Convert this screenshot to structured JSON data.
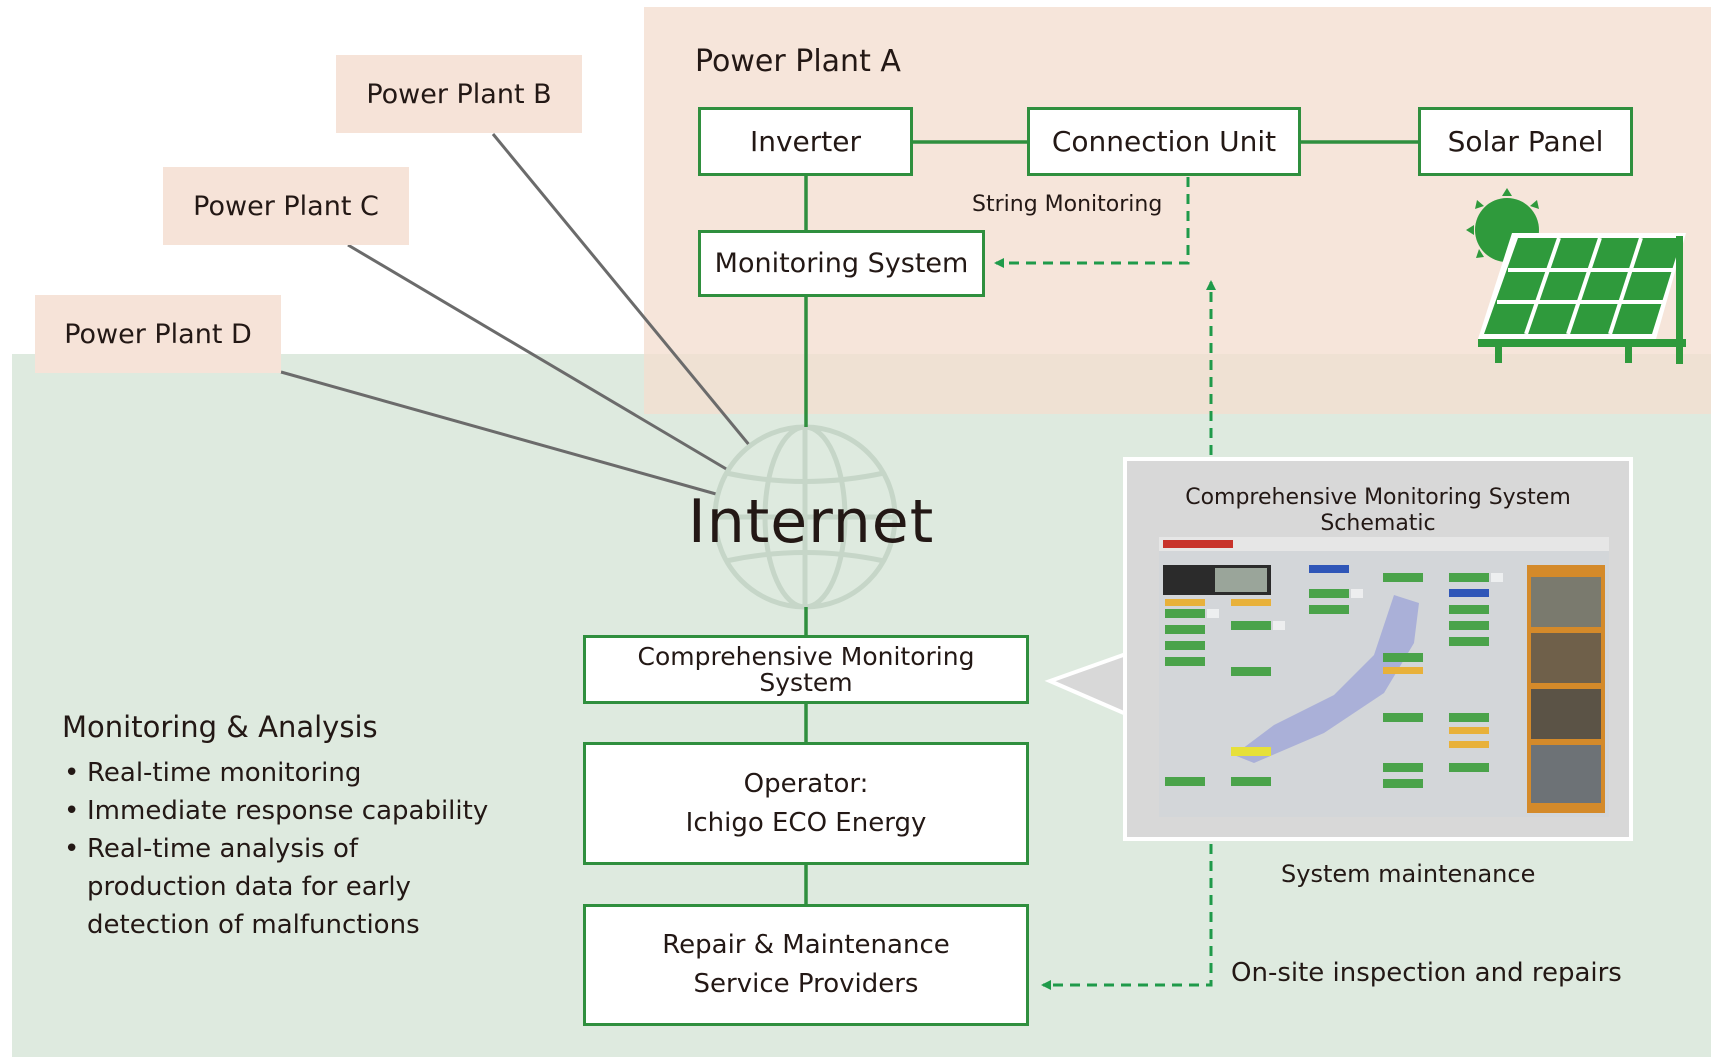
{
  "plants": {
    "a_title": "Power Plant A",
    "b": "Power Plant B",
    "c": "Power Plant C",
    "d": "Power Plant D"
  },
  "plant_a": {
    "inverter": "Inverter",
    "connection_unit": "Connection Unit",
    "solar_panel": "Solar Panel",
    "monitoring_system": "Monitoring System",
    "string_monitoring": "String Monitoring"
  },
  "network": {
    "internet": "Internet"
  },
  "flow": {
    "comprehensive": "Comprehensive Monitoring\nSystem",
    "operator": "Operator:\nIchigo ECO Energy",
    "repair": "Repair & Maintenance\nService Providers"
  },
  "schematic": {
    "title": "Comprehensive Monitoring System\nSchematic",
    "system_maintenance": "System maintenance",
    "onsite": "On-site inspection and repairs"
  },
  "monitoring": {
    "title": "Monitoring & Analysis",
    "items": [
      "Real-time monitoring",
      "Immediate response capability",
      "Real-time analysis of\nproduction data for early\ndetection of malfunctions"
    ]
  },
  "colors": {
    "green": "#2f8f3e",
    "dashed_green": "#1f9a4a",
    "peach": "#f4ded0",
    "mint": "#deeadf",
    "connector_gray": "#6b6b6b"
  }
}
